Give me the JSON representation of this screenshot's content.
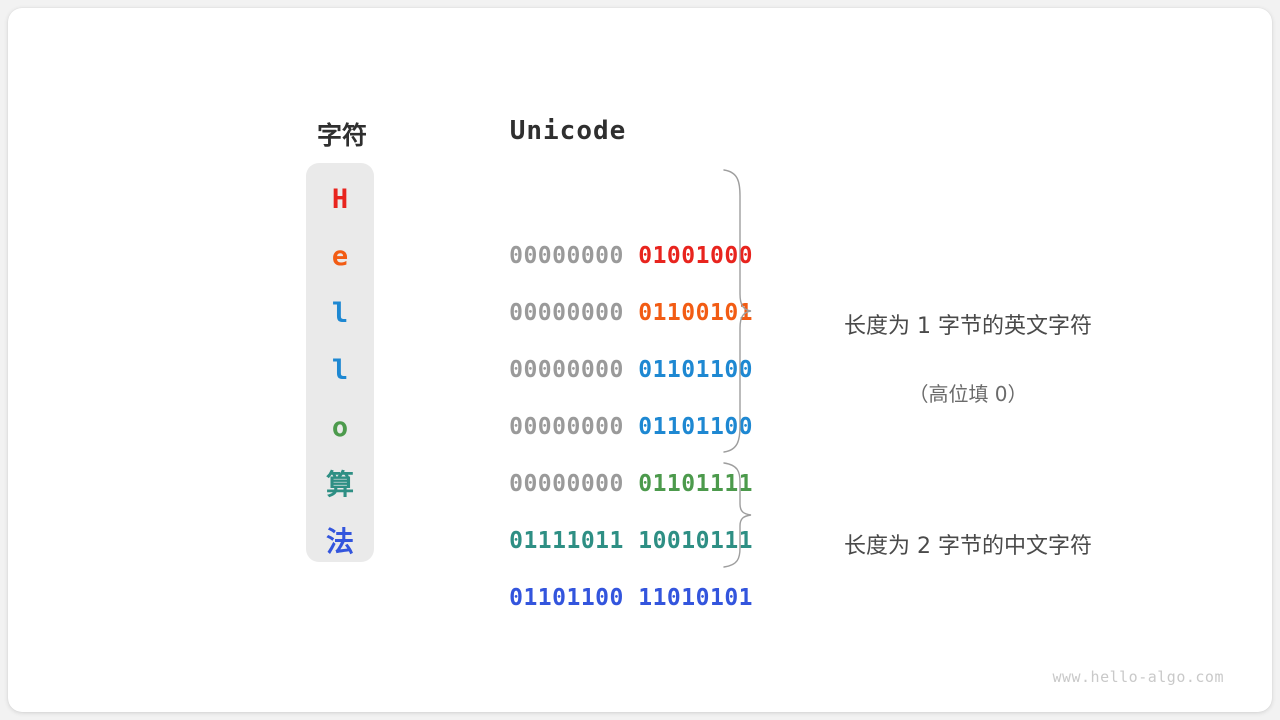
{
  "page": {
    "background_color": "#f2f2f2",
    "card_color": "#ffffff"
  },
  "headers": {
    "char": "字符",
    "unicode": "Unicode"
  },
  "rows": [
    {
      "char": "H",
      "char_color": "#E8241E",
      "high_byte": "00000000",
      "low_byte": "01001000",
      "low_color": "#E8241E",
      "high_color": "#9a9a9a"
    },
    {
      "char": "e",
      "char_color": "#F25C14",
      "high_byte": "00000000",
      "low_byte": "01100101",
      "low_color": "#F25C14",
      "high_color": "#9a9a9a"
    },
    {
      "char": "l",
      "char_color": "#1E88D2",
      "high_byte": "00000000",
      "low_byte": "01101100",
      "low_color": "#1E88D2",
      "high_color": "#9a9a9a"
    },
    {
      "char": "l",
      "char_color": "#1E88D2",
      "high_byte": "00000000",
      "low_byte": "01101100",
      "low_color": "#1E88D2",
      "high_color": "#9a9a9a"
    },
    {
      "char": "o",
      "char_color": "#4C9A4C",
      "high_byte": "00000000",
      "low_byte": "01101111",
      "low_color": "#4C9A4C",
      "high_color": "#9a9a9a"
    },
    {
      "char": "算",
      "char_color": "#2E8F84",
      "high_byte": "01111011",
      "low_byte": "10010111",
      "low_color": "#2E8F84",
      "high_color": "#2E8F84"
    },
    {
      "char": "法",
      "char_color": "#3355DD",
      "high_byte": "01101100",
      "low_byte": "11010101",
      "low_color": "#3355DD",
      "high_color": "#3355DD"
    }
  ],
  "annotations": {
    "english": {
      "line1": "长度为 1 字节的英文字符",
      "line2": "（高位填 0）"
    },
    "chinese": {
      "line1": "长度为 2 字节的中文字符",
      "line2": ""
    }
  },
  "watermark": "www.hello-algo.com"
}
